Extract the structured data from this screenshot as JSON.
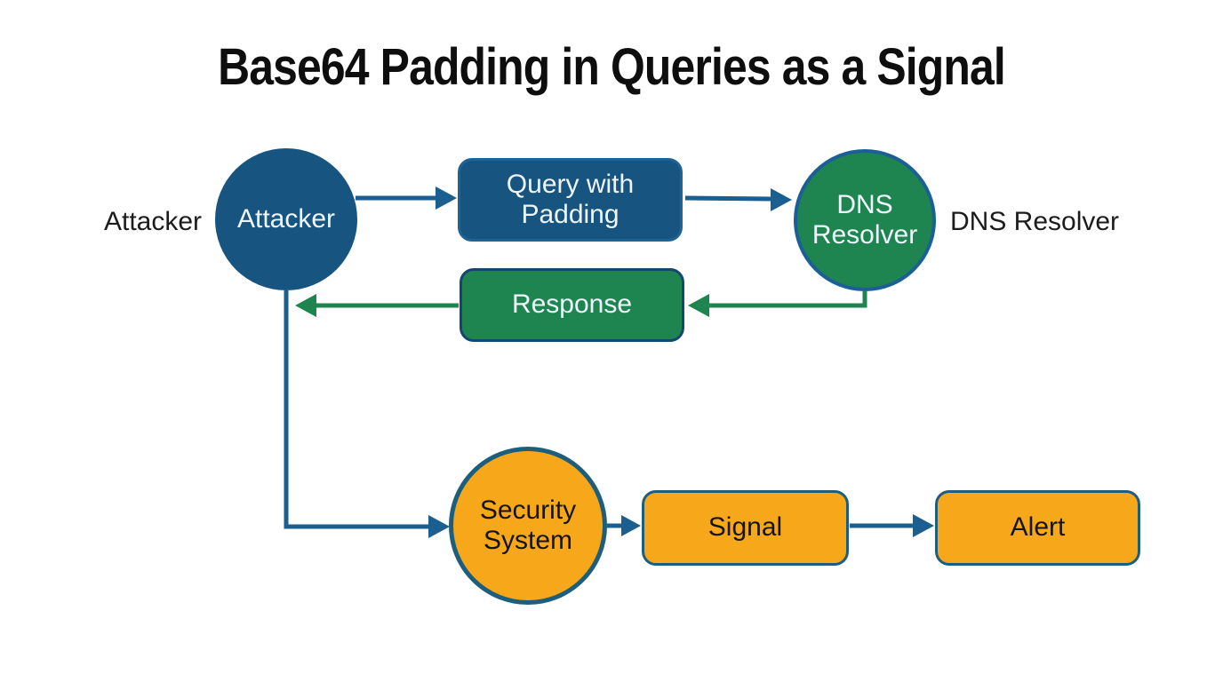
{
  "title": "Base64 Padding in Queries as a Signal",
  "colors": {
    "background": "#ffffff",
    "title_color": "#0e0e0e",
    "node_blue": "#175480",
    "node_green": "#1f8550",
    "node_orange": "#f6a81a",
    "line_blue": "#1b5e90",
    "line_green": "#1f8550",
    "border_blue": "#1b5f96",
    "border_blue_light": "#1e6296",
    "border_dark": "#14466e",
    "border_teal": "#1d5e7d",
    "text_light": "#eef6fb",
    "text_dark": "#151515"
  },
  "nodes": {
    "attacker": {
      "label": "Attacker",
      "external_label": "Attacker",
      "shape": "circle",
      "color": "blue"
    },
    "query_with_padding": {
      "label": "Query with Padding",
      "shape": "rounded-rect",
      "color": "blue"
    },
    "dns_resolver": {
      "label": "DNS Resolver",
      "external_label": "DNS Resolver",
      "shape": "circle",
      "color": "green"
    },
    "response": {
      "label": "Response",
      "shape": "rounded-rect",
      "color": "green"
    },
    "security_system": {
      "label": "Security System",
      "shape": "circle",
      "color": "orange"
    },
    "signal": {
      "label": "Signal",
      "shape": "rounded-rect",
      "color": "orange"
    },
    "alert": {
      "label": "Alert",
      "shape": "rounded-rect",
      "color": "orange"
    }
  },
  "edges": [
    {
      "from": "Attacker",
      "to": "Query with Padding",
      "color": "blue"
    },
    {
      "from": "Query with Padding",
      "to": "DNS Resolver",
      "color": "blue"
    },
    {
      "from": "DNS Resolver",
      "to": "Response",
      "color": "green"
    },
    {
      "from": "Response",
      "to": "Attacker",
      "color": "green"
    },
    {
      "from": "Attacker",
      "to": "Security System",
      "color": "blue"
    },
    {
      "from": "Security System",
      "to": "Signal",
      "color": "blue"
    },
    {
      "from": "Signal",
      "to": "Alert",
      "color": "blue"
    }
  ]
}
